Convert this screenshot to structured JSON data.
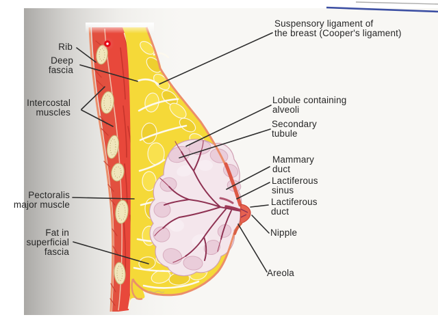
{
  "page": {
    "background": "#ffffff",
    "scan_background": "#f8f7f4"
  },
  "diagram": {
    "kind": "anatomical-diagram",
    "labels": {
      "rib": "Rib",
      "deep_fascia": "Deep\nfascia",
      "intercostal_muscles": "Intercostal\nmuscles",
      "pectoralis_major": "Pectoralis\nmajor muscle",
      "fat_superficial_fascia": "Fat in\nsuperficial\nfascia",
      "suspensory_ligament": "Suspensory ligament of\nthe breast (Cooper's ligament)",
      "lobule_alveoli": "Lobule containing\nalveoli",
      "secondary_tubule": "Secondary\ntubule",
      "mammary_duct": "Mammary\nduct",
      "lactiferous_sinus": "Lactiferous\nsinus",
      "lactiferous_duct": "Lactiferous\nduct",
      "nipple": "Nipple",
      "areola": "Areola"
    },
    "colors": {
      "muscle": "#e8483b",
      "intercostal": "#e2503f",
      "muscle_streak": "#c4322a",
      "rib_bone": "#f0e6bc",
      "fat": "#f5d938",
      "fat_septa": "#fdf9ee",
      "gland": "#f4e6ec",
      "gland_lobe": "#e9cbd9",
      "duct": "#8e3152",
      "skin": "#eb8e6a",
      "nipple": "#e66251",
      "leader": "#2d2d2d",
      "text": "#262626",
      "marker": "#e50815",
      "blue_edge": "#3c4fa3"
    }
  }
}
